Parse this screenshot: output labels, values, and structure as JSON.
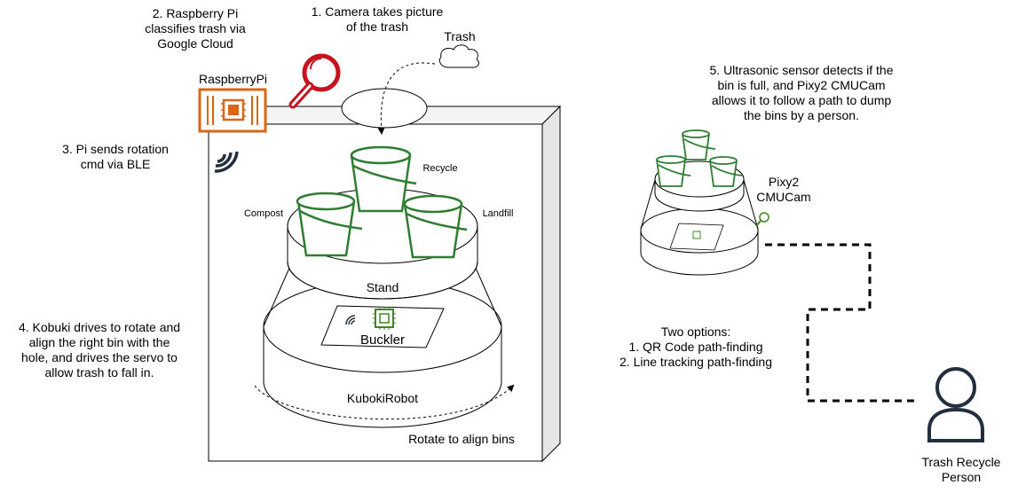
{
  "labels": {
    "step1": "1. Camera takes picture\nof the trash",
    "step2": "2. Raspberry Pi\nclassifies trash via\nGoogle Cloud",
    "step3": "3. Pi sends rotation\ncmd via BLE",
    "step4": "4. Kobuki drives to rotate and\nalign the right bin with the\nhole, and drives the servo to\nallow trash to fall in.",
    "step5": "5. Ultrasonic sensor detects if the\nbin is full, and Pixy2 CMUCam\nallows it to follow a path to dump\nthe bins by a person.",
    "trash": "Trash",
    "raspberry_pi": "RaspberryPi",
    "recycle": "Recycle",
    "compost": "Compost",
    "landfill": "Landfill",
    "stand": "Stand",
    "buckler": "Buckler",
    "kobuki": "KubokiRobot",
    "rotate": "Rotate to align bins",
    "pixy": "Pixy2\nCMUCam",
    "options": "Two options:\n1. QR Code path-finding\n2. Line tracking path-finding",
    "person": "Trash Recycle\nPerson"
  },
  "colors": {
    "bin_green": "#2e7d32",
    "pi_orange": "#d86613",
    "magnifier_red": "#c7131f",
    "chip_green": "#3f8624",
    "stroke": "#000000",
    "box_side": "#e6e6e6",
    "person_gray": "#232f3e"
  },
  "icons": [
    "magnifier-icon",
    "cloud-icon",
    "raspberry-pi-chip-icon",
    "wireless-signal-icon",
    "chip-icon",
    "camera-icon",
    "person-icon"
  ]
}
